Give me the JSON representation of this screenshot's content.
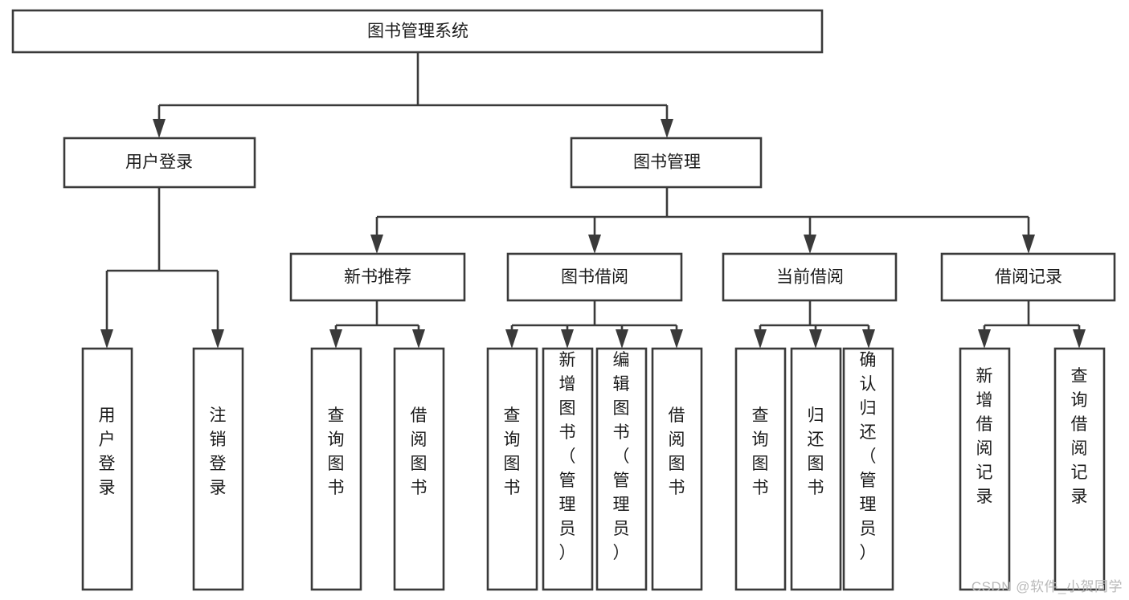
{
  "diagram": {
    "type": "tree-hierarchy",
    "title": "图书管理系统",
    "orientation": "top-down",
    "colors": {
      "box_stroke": "#3a3a3a",
      "box_fill": "#ffffff",
      "connector": "#3a3a3a",
      "text": "#1b1b1b",
      "background": "#ffffff",
      "watermark": "#b9b9b9"
    },
    "levels": {
      "root": {
        "label": "图书管理系统"
      },
      "level2": [
        {
          "id": "user-login",
          "label": "用户登录"
        },
        {
          "id": "book-manage",
          "label": "图书管理"
        }
      ],
      "level3": [
        {
          "id": "new-book-recommend",
          "label": "新书推荐",
          "parent": "book-manage"
        },
        {
          "id": "book-borrow",
          "label": "图书借阅",
          "parent": "book-manage"
        },
        {
          "id": "current-borrow",
          "label": "当前借阅",
          "parent": "book-manage"
        },
        {
          "id": "borrow-record",
          "label": "借阅记录",
          "parent": "book-manage"
        }
      ],
      "leaves": {
        "user-login": [
          {
            "id": "leaf-user-login",
            "label": "用户登录"
          },
          {
            "id": "leaf-user-logout",
            "label": "注销登录"
          }
        ],
        "new-book-recommend": [
          {
            "id": "leaf-query-book-1",
            "label": "查询图书"
          },
          {
            "id": "leaf-borrow-book-1",
            "label": "借阅图书"
          }
        ],
        "book-borrow": [
          {
            "id": "leaf-query-book-2",
            "label": "查询图书"
          },
          {
            "id": "leaf-add-book",
            "label": "新增图书（管理员）"
          },
          {
            "id": "leaf-edit-book",
            "label": "编辑图书（管理员）"
          },
          {
            "id": "leaf-borrow-book-2",
            "label": "借阅图书"
          }
        ],
        "current-borrow": [
          {
            "id": "leaf-query-book-3",
            "label": "查询图书"
          },
          {
            "id": "leaf-return-book",
            "label": "归还图书"
          },
          {
            "id": "leaf-confirm-return",
            "label": "确认归还（管理员）"
          }
        ],
        "borrow-record": [
          {
            "id": "leaf-add-record",
            "label": "新增借阅记录"
          },
          {
            "id": "leaf-query-record",
            "label": "查询借阅记录"
          }
        ]
      }
    }
  },
  "watermark": {
    "text": "CSDN @软件_小贺同学"
  }
}
